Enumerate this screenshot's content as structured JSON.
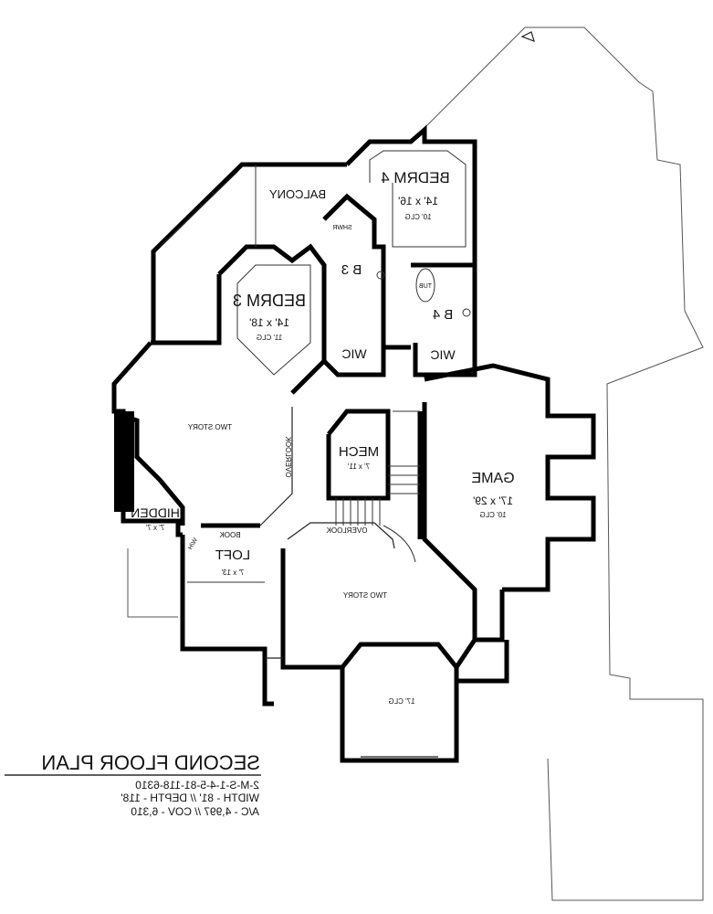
{
  "title": {
    "heading": "SECOND FLOOR PLAN",
    "line1": "2-M-S-1-4-5-81-118-6310",
    "line2": "WIDTH - 81' // DEPTH - 118'",
    "line3": "A/C - 4,997 // COV - 6,310"
  },
  "rooms": {
    "bedrm4": {
      "name": "BEDRM 4",
      "size": "14' x 16'",
      "ceiling": "10' CLG"
    },
    "balcony": {
      "name": "BALCONY"
    },
    "shower": {
      "name": "SHWR"
    },
    "bath3": {
      "name": "B 3"
    },
    "bedrm3": {
      "name": "BEDRM 3",
      "size": "14' x 18'",
      "ceiling": "11' CLG"
    },
    "tub": {
      "name": "TUB"
    },
    "bath4": {
      "name": "B 4"
    },
    "wic3": {
      "name": "WIC"
    },
    "wic4": {
      "name": "WIC"
    },
    "two_story_1": {
      "name": "TWO STORY"
    },
    "overlook_1": {
      "name": "OVERLOOK"
    },
    "mech": {
      "name": "MECH",
      "size": "7' x 11'"
    },
    "game": {
      "name": "GAME",
      "size": "17' x 29'",
      "ceiling": "10' CLG"
    },
    "hidden": {
      "name": "HIDDEN",
      "size": "7' x 7'"
    },
    "book": {
      "name": "BOOK"
    },
    "wh": {
      "name": "W/H"
    },
    "loft": {
      "name": "LOFT",
      "size": "7' x 13'"
    },
    "overlook_2": {
      "name": "OVERLOOK"
    },
    "two_story_2": {
      "name": "TWO STORY"
    },
    "bay": {
      "ceiling": "17' CLG"
    }
  }
}
